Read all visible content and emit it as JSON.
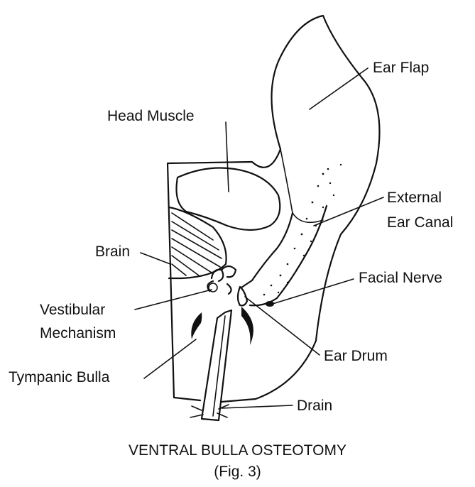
{
  "labels": {
    "ear_flap": "Ear Flap",
    "head_muscle": "Head Muscle",
    "external_ear_canal_1": "External",
    "external_ear_canal_2": "Ear Canal",
    "brain": "Brain",
    "facial_nerve": "Facial Nerve",
    "vestibular_1": "Vestibular",
    "vestibular_2": "Mechanism",
    "ear_drum": "Ear Drum",
    "tympanic_bulla": "Tympanic Bulla",
    "drain": "Drain"
  },
  "caption": {
    "title": "VENTRAL BULLA OSTEOTOMY",
    "fig": "(Fig. 3)"
  }
}
